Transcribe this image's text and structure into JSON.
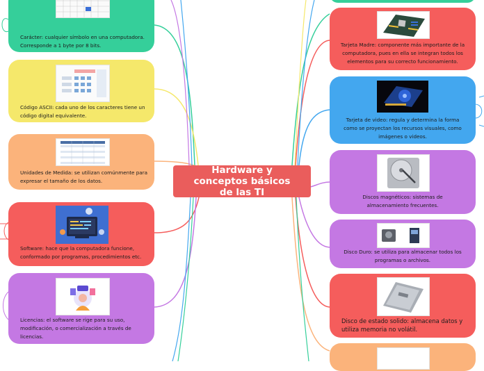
{
  "central": {
    "title": "Hardware y conceptos básicos de las TI",
    "color": "#ea5d5c"
  },
  "left_nodes": [
    {
      "id": "caracter",
      "text": "Carácter: cualquier símbolo en una computadora. Corresponde a 1 byte por 8 bits.",
      "color": "#35cf9a",
      "icon": "character-table-image"
    },
    {
      "id": "ascii",
      "text": "Código ASCII: cada uno de los caracteres tiene un código digital equivalente.",
      "color": "#f5e86b",
      "icon": "calculator-image"
    },
    {
      "id": "unidades",
      "text": "Unidades de Medida: se utilizan comúnmente para expresar el tamaño de los datos.",
      "color": "#fbb37b",
      "icon": "units-table-image"
    },
    {
      "id": "software",
      "text": "Software: hace que la computadora funcione, conformado por programas, procedimientos etc.",
      "color": "#f55d5c",
      "icon": "software-illustration"
    },
    {
      "id": "licencias",
      "text": "Licencias: el software se rige para su uso, modificación, o comercialización a través de licencias.",
      "color": "#c478e3",
      "icon": "license-illustration"
    }
  ],
  "right_nodes": [
    {
      "id": "top",
      "text": "",
      "color": "#35cf9a",
      "icon": ""
    },
    {
      "id": "tarjeta-madre",
      "text": "Tarjeta Madre: componente más importante de la computadora, pues en ella se integran todos los elementos para su correcto funcionamiento.",
      "color": "#f55d5c",
      "icon": "motherboard-image"
    },
    {
      "id": "tarjeta-video",
      "text": "Tarjeta de video: regula y determina la forma como se proyectan los recursos visuales, como imágenes o videos.",
      "color": "#43a7ef",
      "icon": "graphics-card-image"
    },
    {
      "id": "discos-magneticos",
      "text": "Discos magnéticos: sistemas de almacenamiento frecuentes.",
      "color": "#c478e3",
      "icon": "magnetic-disk-image"
    },
    {
      "id": "disco-duro",
      "text": "Disco Duro: se utiliza para almacenar todos los programas o archivos.",
      "color": "#c478e3",
      "icon": "hard-drive-image"
    },
    {
      "id": "ssd",
      "text": "Disco de estado solido: almacena datos y utiliza memoria no volátil.",
      "color": "#f55d5c",
      "icon": "ssd-image"
    },
    {
      "id": "bottom",
      "text": "",
      "color": "#fbb37b",
      "icon": ""
    }
  ]
}
